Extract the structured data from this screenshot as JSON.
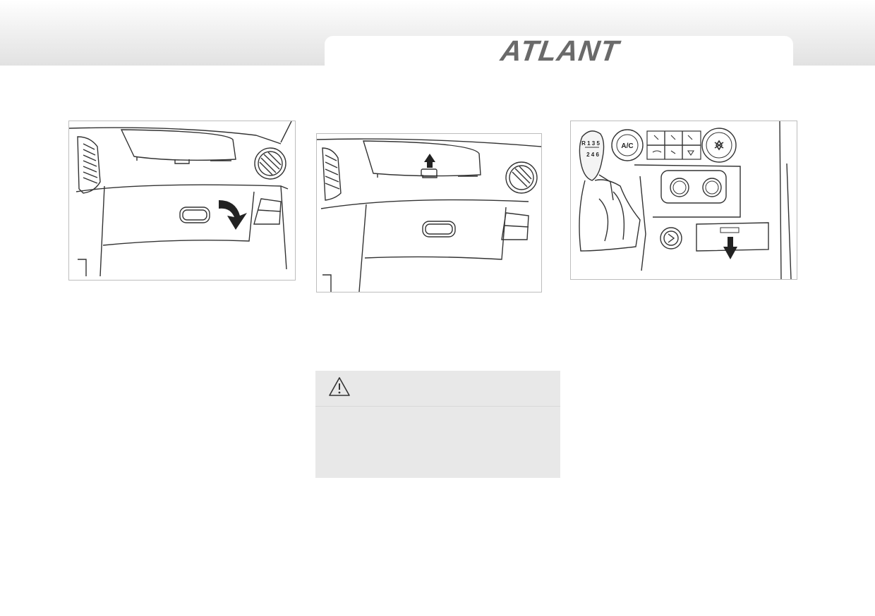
{
  "header": {
    "brand": "ATLANT"
  },
  "figures": [
    {
      "subject": "glove-box-open",
      "arrow": "curved-down",
      "icons": [
        "air-vent-icon",
        "glove-box-handle-icon",
        "curved-arrow-icon"
      ]
    },
    {
      "subject": "glove-box-upper-compartment",
      "arrow": "up",
      "icons": [
        "air-vent-icon",
        "upper-compartment-latch-icon",
        "arrow-up-icon"
      ]
    },
    {
      "subject": "center-console-storage",
      "arrow": "down",
      "labels": {
        "gear_top": "R 1 3 5",
        "gear_bottom": "2 4 6",
        "ac_button": "A/C"
      },
      "icons": [
        "gear-knob-icon",
        "ac-knob-icon",
        "fan-knob-icon",
        "arrow-down-icon"
      ]
    }
  ],
  "warning": {
    "icon": "warning-triangle-icon"
  },
  "colors": {
    "header_gray": "#e2e2e2",
    "logo_gray": "#6a6a6a",
    "warning_bg": "#e8e8e8",
    "line": "#333333"
  }
}
